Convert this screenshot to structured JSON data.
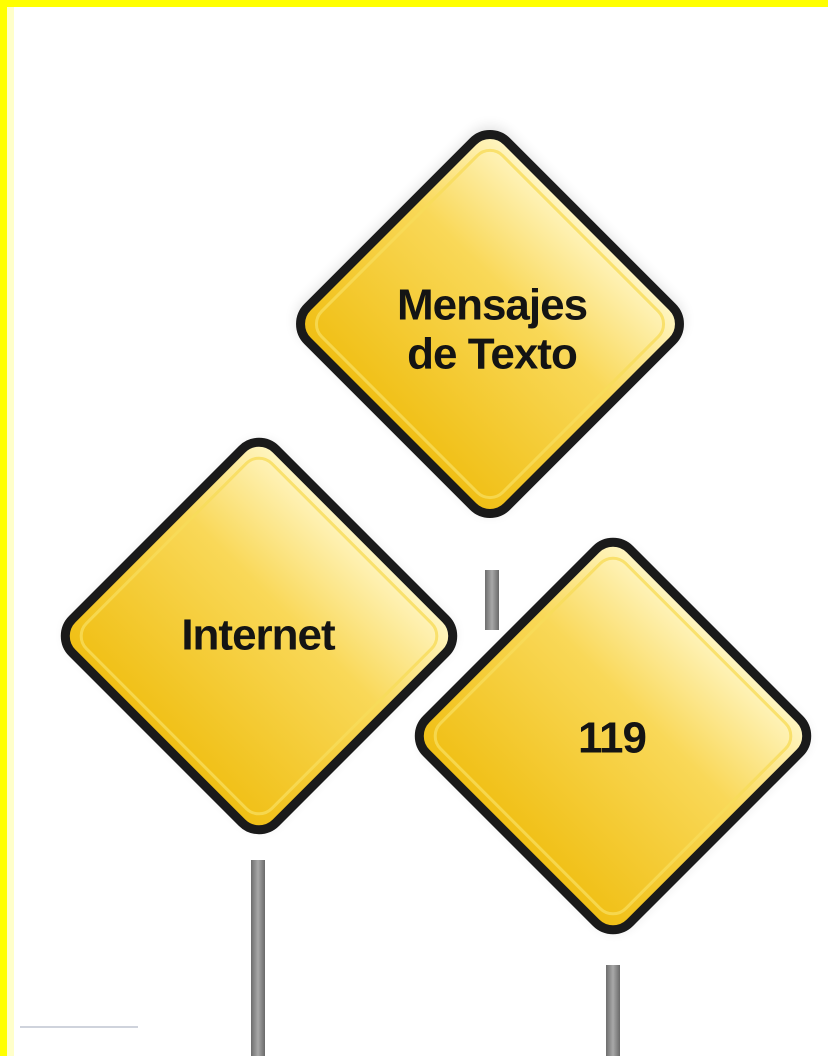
{
  "signs": [
    {
      "id": "mensajes",
      "lines": [
        "Mensajes",
        "de Texto"
      ]
    },
    {
      "id": "internet",
      "lines": [
        "Internet"
      ]
    },
    {
      "id": "emergency",
      "lines": [
        "119"
      ]
    }
  ],
  "colors": {
    "frame": "#ffff00",
    "sign_fill_top": "#fff3b0",
    "sign_fill_bottom": "#f2c21c",
    "sign_border": "#1a1a1a",
    "pole": "#8a8a8a"
  }
}
